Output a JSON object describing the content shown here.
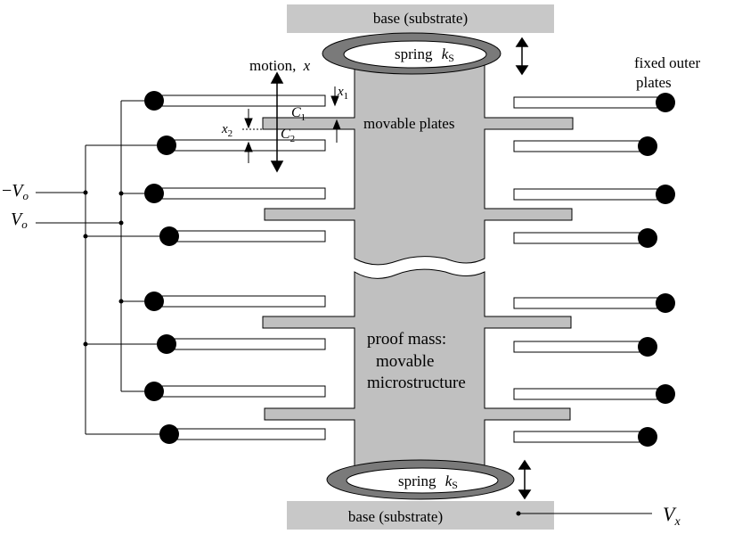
{
  "labels": {
    "base_top": "base (substrate)",
    "base_bottom": "base (substrate)",
    "spring_word": "spring",
    "spring_k": "k",
    "spring_sub": "S",
    "motion": "motion,",
    "motion_var": "x",
    "x1_var": "x",
    "x1_sub": "1",
    "x2_var": "x",
    "x2_sub": "2",
    "c1_var": "C",
    "c1_sub": "1",
    "c2_var": "C",
    "c2_sub": "2",
    "movable_plates": "movable plates",
    "fixed_outer_1": "fixed outer",
    "fixed_outer_2": "plates",
    "minus_v0_sign": "−",
    "minus_v0_var": "V",
    "minus_v0_sub": "o",
    "v0_var": "V",
    "v0_sub": "o",
    "proof_mass_1": "proof mass:",
    "proof_mass_2": "movable",
    "proof_mass_3": "microstructure",
    "vx_var": "V",
    "vx_sub": "x"
  },
  "colors": {
    "base_fill": "#c8c8c8",
    "mass_fill": "#c0c0c0",
    "plate_fill": "#c0c0c0",
    "spring_ring": "#7a7a7a",
    "terminal": "#000000",
    "line": "#000000"
  }
}
